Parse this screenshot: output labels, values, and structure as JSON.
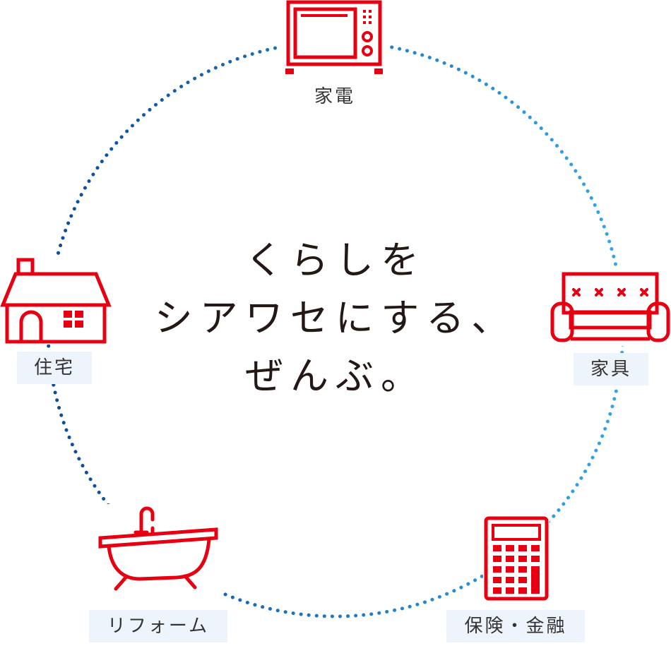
{
  "headline": {
    "line1": "くらしを",
    "line2": "シアワセにする、",
    "line3": "ぜんぶ。"
  },
  "categories": {
    "appliances": "家電",
    "furniture": "家具",
    "finance": "保険・金融",
    "reform": "リフォーム",
    "housing": "住宅"
  },
  "colors": {
    "icon_red": "#e60012",
    "ring_dark_blue": "#0a4a9c",
    "ring_light_blue": "#35a6e6",
    "label_bg": "#eef4fb",
    "text": "#231815"
  },
  "icons": {
    "appliances": "microwave-icon",
    "furniture": "sofa-icon",
    "finance": "calculator-icon",
    "reform": "bathtub-icon",
    "housing": "house-icon"
  }
}
